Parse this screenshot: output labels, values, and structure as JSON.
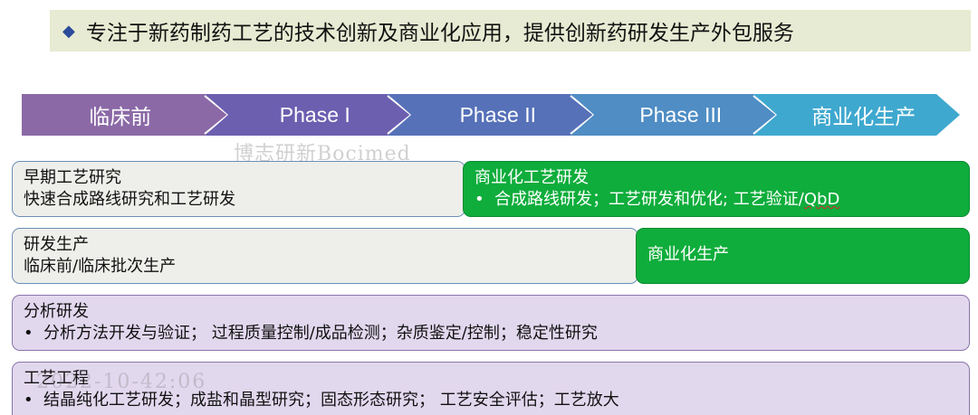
{
  "banner": {
    "bullet_icon": "diamond-icon",
    "text": "专注于新药制药工艺的技术创新及商业化应用，提供创新药研发生产外包服务"
  },
  "phases": [
    {
      "label": "临床前",
      "color": "#8b69a6"
    },
    {
      "label": "Phase I",
      "color": "#6c5fb0"
    },
    {
      "label": "Phase II",
      "color": "#5671b8"
    },
    {
      "label": "Phase III",
      "color": "#4f8dc4"
    },
    {
      "label": "商业化生产",
      "color": "#3fa8cf"
    }
  ],
  "watermark": {
    "text": "博志研新Bocimed",
    "text2": "2022-10-42:06"
  },
  "rows": {
    "early": {
      "title": "早期工艺研究",
      "line": "快速合成路线研究和工艺研发"
    },
    "commercial_process": {
      "title": "商业化工艺研发",
      "bullet": "•",
      "line_main": "合成路线研发；工艺研发和优化; 工艺验证/",
      "line_qbd": "QbD"
    },
    "rd_production": {
      "title": "研发生产",
      "line": "临床前/临床批次生产"
    },
    "commercial_production": {
      "title": "商业化生产"
    },
    "analysis": {
      "title": "分析研发",
      "bullet": "•",
      "line": "分析方法开发与验证；  过程质量控制/成品检测；杂质鉴定/控制；稳定性研究"
    },
    "engineering": {
      "title": "工艺工程",
      "bullet": "•",
      "line": "结晶纯化工艺研发；成盐和晶型研究；固态形态研究；  工艺安全评估；工艺放大"
    }
  },
  "colors": {
    "green": "#0fad3c",
    "banner_bg": "#e8ebd3",
    "purple_box": "#e2d8ee",
    "light_box": "#eeeeeb"
  }
}
